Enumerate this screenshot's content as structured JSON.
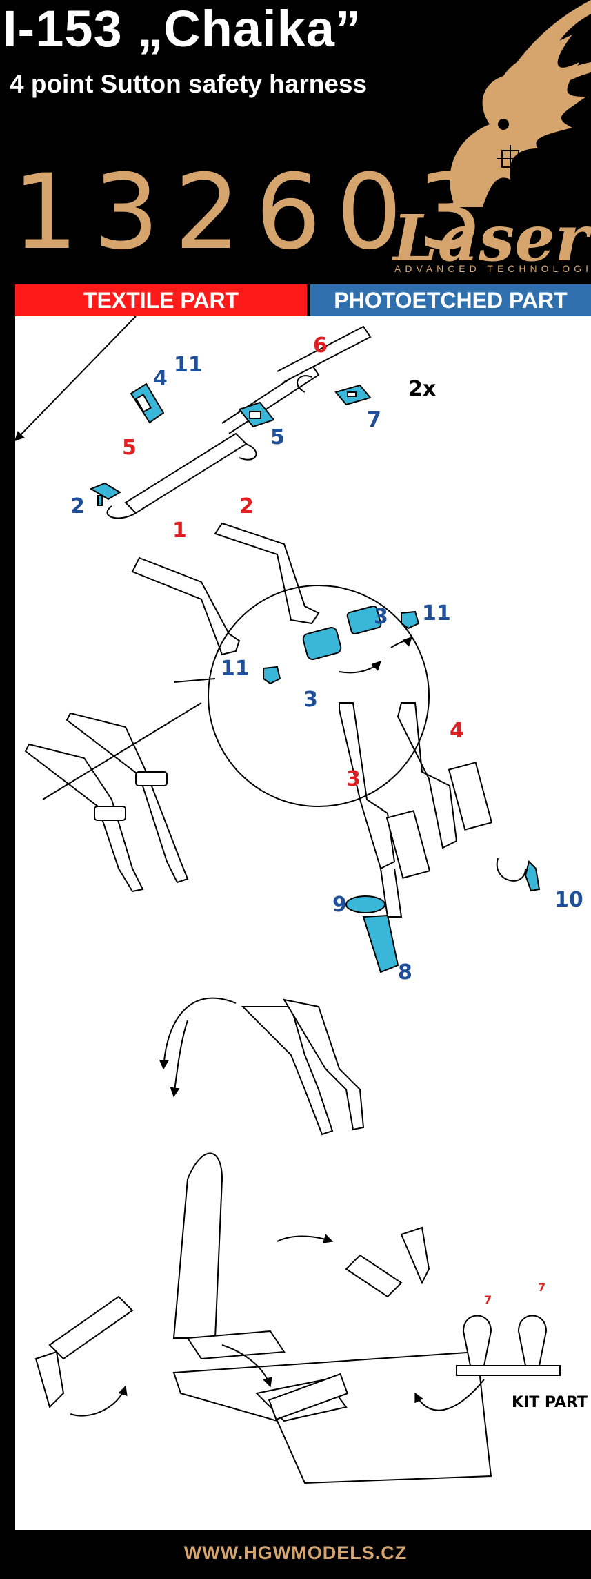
{
  "header": {
    "title": "I-153 „Chaika”",
    "subtitle": "4 point Sutton safety harness",
    "code": "132603",
    "brand": "Laser",
    "brand_tagline": "ADVANCED TECHNOLOGIES"
  },
  "sections": {
    "textile": "TEXTILE PART",
    "photoetched": "PHOTOETCHED PART"
  },
  "callouts": {
    "top": {
      "n11": "11",
      "n4": "4",
      "n6": "6",
      "n2x": "2x",
      "n7": "7",
      "n5red": "5",
      "n5blue": "5",
      "n2": "2"
    },
    "mid": {
      "n1": "1",
      "n2": "2",
      "n3a": "3",
      "n11a": "11",
      "n11b": "11",
      "n3b": "3",
      "n4": "4",
      "n3c": "3",
      "n9": "9",
      "n10": "10",
      "n8": "8"
    },
    "bottom": {
      "n7a": "7",
      "n7b": "7",
      "kit": "KIT PART"
    }
  },
  "colors": {
    "gold": "#d6a56e",
    "red": "#ff1a1a",
    "blue": "#2f6fad",
    "photoetch": "#3ab7d8",
    "num_blue": "#1f4f99",
    "num_red": "#e02020"
  },
  "footer": {
    "url": "WWW.HGWMODELS.CZ"
  }
}
